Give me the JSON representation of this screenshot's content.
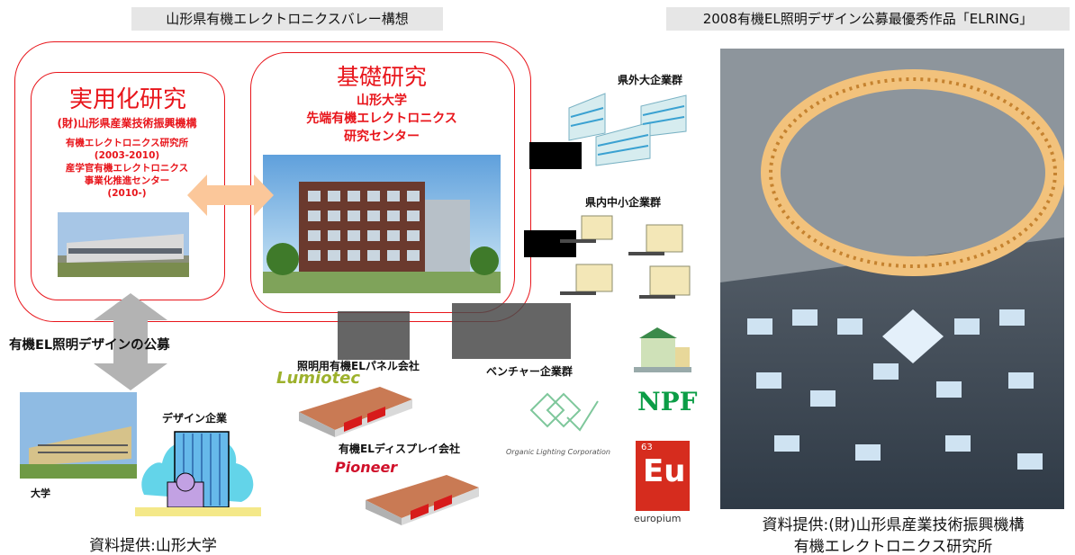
{
  "header_left": "山形県有機エレクトロニクスバレー構想",
  "header_right": "2008有機EL照明デザイン公募最優秀作品「ELRING」",
  "practical": {
    "title": "実用化研究",
    "org": "(財)山形県産業技術振興機構",
    "lab_lines": [
      "有機エレクトロニクス研究所",
      "(2003-2010)",
      "産学官有機エレクトロニクス",
      "事業化推進センター",
      "(2010-)"
    ]
  },
  "basic": {
    "title": "基礎研究",
    "lines": [
      "山形大学",
      "先端有機エレクトロニクス",
      "研究センター"
    ]
  },
  "design_label": "有機EL照明デザインの公募",
  "large_companies": "県外大企業群",
  "sme_companies": "県内中小企業群",
  "panel_company": "照明用有機ELパネル会社",
  "lumiotec": "Lumiotec",
  "display_company": "有機ELディスプレイ会社",
  "pioneer": "Pioneer",
  "venture": "ベンチャー企業群",
  "olc": "Organic Lighting Corporation",
  "npf": "NPF",
  "eu_num": "63",
  "eu_sym": "Eu",
  "eu_name": "europium",
  "university": "大学",
  "design_company": "デザイン企業",
  "source_left": "資料提供:山形大学",
  "source_right_lines": [
    "資料提供:(財)山形県産業技術振興機構",
    "有機エレクトロニクス研究所"
  ]
}
